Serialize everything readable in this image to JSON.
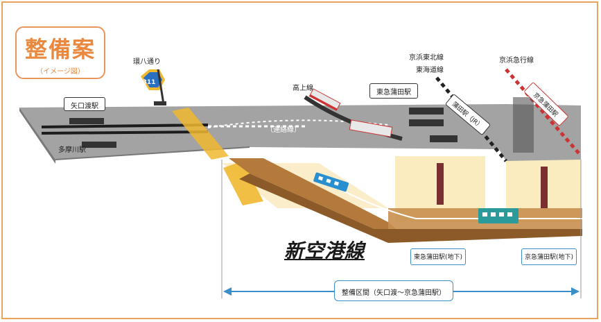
{
  "title": {
    "main": "整備案",
    "sub": "（イメージ図）"
  },
  "labels": {
    "kanpachi": "環八通り",
    "route_no": "311",
    "yaguchi_station": "矢口渡駅",
    "tamagawa_station": "多摩川駅",
    "elevated": "高上線",
    "tokyu_kamata_station": "東急蒲田駅",
    "keihin_tohoku": "京浜東北線",
    "tokaido": "東海道線",
    "keikyu_line": "京浜急行線",
    "kamata_jr": "蒲田駅（JR）",
    "keikyu_kamata": "京急蒲田駅",
    "tunnel_label": "（連絡線）",
    "new_line": "新空港線",
    "tokyu_kamata_underground": "東急蒲田駅(地下)",
    "keikyu_kamata_underground": "京急蒲田駅(地下)",
    "section": "整備区間（矢口渡～京急蒲田駅）"
  },
  "colors": {
    "title_orange": "#e8893f",
    "ground_gray": "#9a9a9a",
    "tunnel_brown": "#b97a3a",
    "accent_yellow": "#f2c44a",
    "section_blue": "#3a8fc8",
    "train_teal": "#2a9a9a"
  }
}
